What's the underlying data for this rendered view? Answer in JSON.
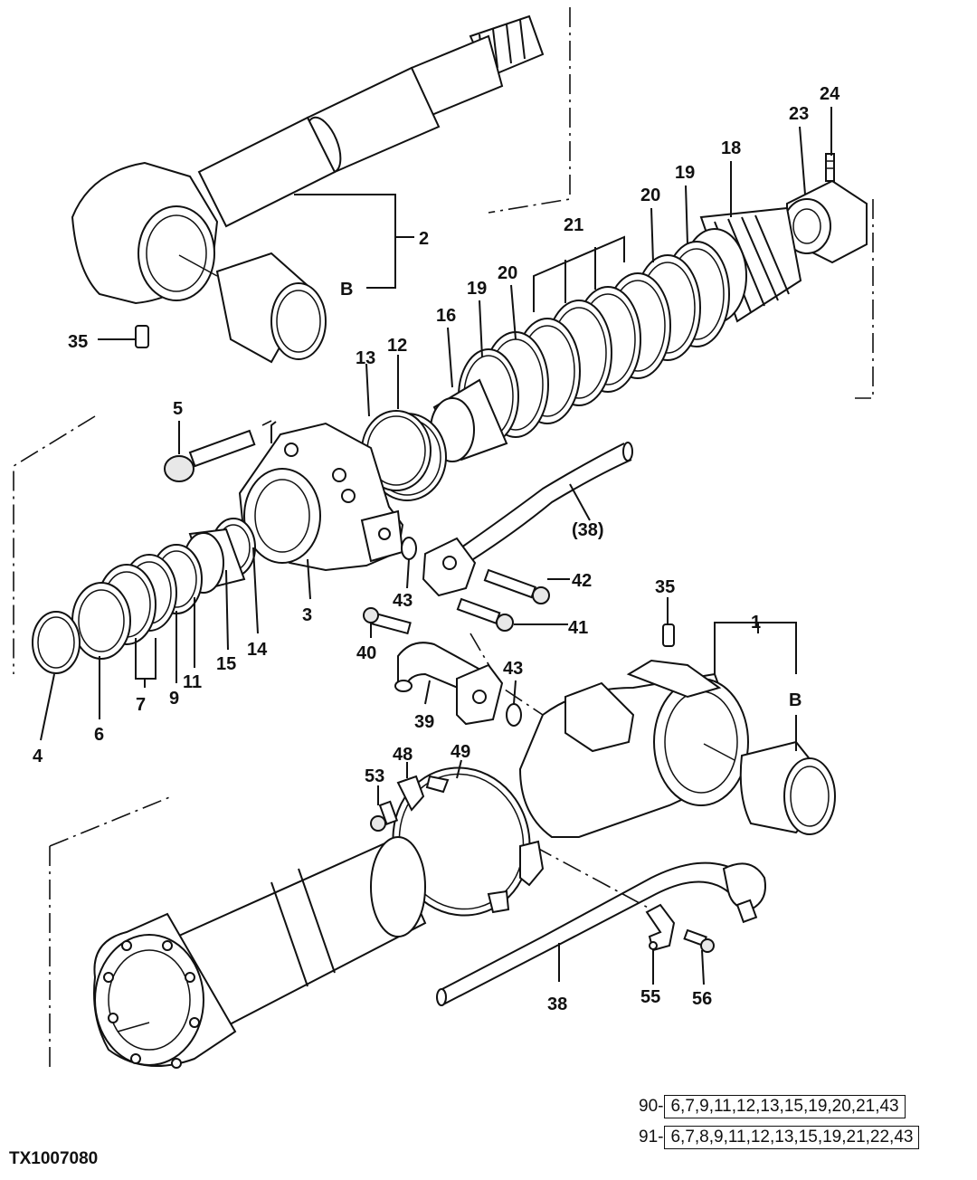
{
  "drawing_id": "TX1007080",
  "callouts": {
    "c1": "1",
    "c2": "2",
    "c3": "3",
    "c4": "4",
    "c5": "5",
    "c6": "6",
    "c7": "7",
    "c9": "9",
    "c11": "11",
    "c12": "12",
    "c13": "13",
    "c14": "14",
    "c15": "15",
    "c16": "16",
    "c18": "18",
    "c19a": "19",
    "c19b": "19",
    "c20a": "20",
    "c20b": "20",
    "c21": "21",
    "c23": "23",
    "c24": "24",
    "c35a": "35",
    "c35b": "35",
    "c38a": "(38)",
    "c38b": "38",
    "c39": "39",
    "c40": "40",
    "c41": "41",
    "c42": "42",
    "c43a": "43",
    "c43b": "43",
    "c48": "48",
    "c49": "49",
    "c53": "53",
    "c55": "55",
    "c56": "56",
    "cBa": "B",
    "cBb": "B"
  },
  "kits": [
    {
      "prefix": "90-",
      "parts": "6,7,9,11,12,13,15,19,20,21,43"
    },
    {
      "prefix": "91-",
      "parts": "6,7,8,9,11,12,13,15,19,21,22,43"
    }
  ]
}
